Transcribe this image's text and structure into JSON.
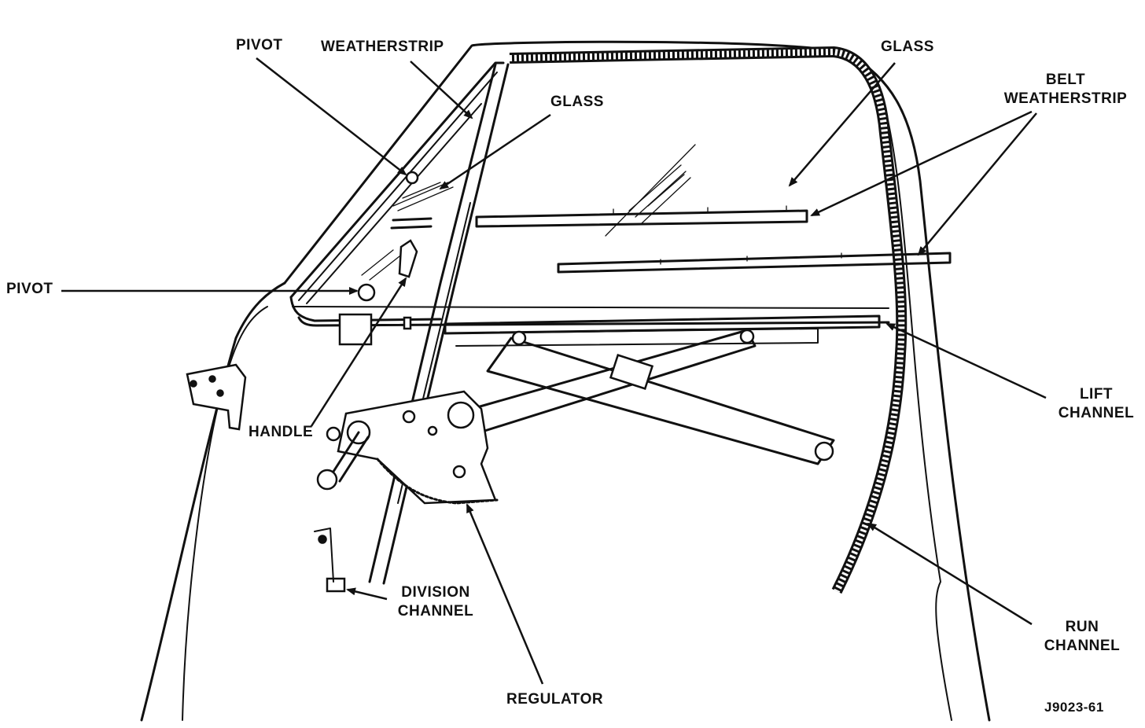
{
  "figure_id": "J9023-61",
  "labels": {
    "pivot_top": "PIVOT",
    "weatherstrip": "WEATHERSTRIP",
    "glass_vent": "GLASS",
    "glass_main": "GLASS",
    "belt_weatherstrip_line1": "BELT",
    "belt_weatherstrip_line2": "WEATHERSTRIP",
    "pivot_left": "PIVOT",
    "handle": "HANDLE",
    "lift_channel_line1": "LIFT",
    "lift_channel_line2": "CHANNEL",
    "division_channel_line1": "DIVISION",
    "division_channel_line2": "CHANNEL",
    "run_channel_line1": "RUN",
    "run_channel_line2": "CHANNEL",
    "regulator": "REGULATOR"
  }
}
